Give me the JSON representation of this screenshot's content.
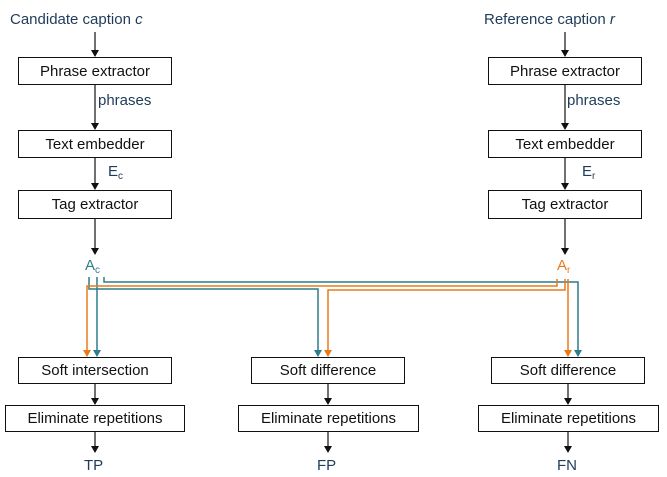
{
  "inputs": {
    "candidate": {
      "label": "Candidate caption",
      "var": "c"
    },
    "reference": {
      "label": "Reference caption",
      "var": "r"
    }
  },
  "boxes": {
    "phrase_extractor": "Phrase extractor",
    "text_embedder": "Text embedder",
    "tag_extractor": "Tag extractor",
    "soft_intersection": "Soft intersection",
    "soft_difference": "Soft difference",
    "eliminate_repetitions": "Eliminate repetitions"
  },
  "edge_labels": {
    "phrases": "phrases",
    "embed_candidate": {
      "base": "E",
      "sub": "c"
    },
    "embed_reference": {
      "base": "E",
      "sub": "r"
    }
  },
  "tags": {
    "candidate": {
      "base": "A",
      "sub": "c"
    },
    "reference": {
      "base": "A",
      "sub": "r"
    }
  },
  "outputs": {
    "tp": "TP",
    "fp": "FP",
    "fn": "FN"
  },
  "colors": {
    "candidate_line": "#2e7d8a",
    "reference_line": "#e87a1c",
    "text": "#1f3b5a",
    "box_border": "#111111"
  }
}
